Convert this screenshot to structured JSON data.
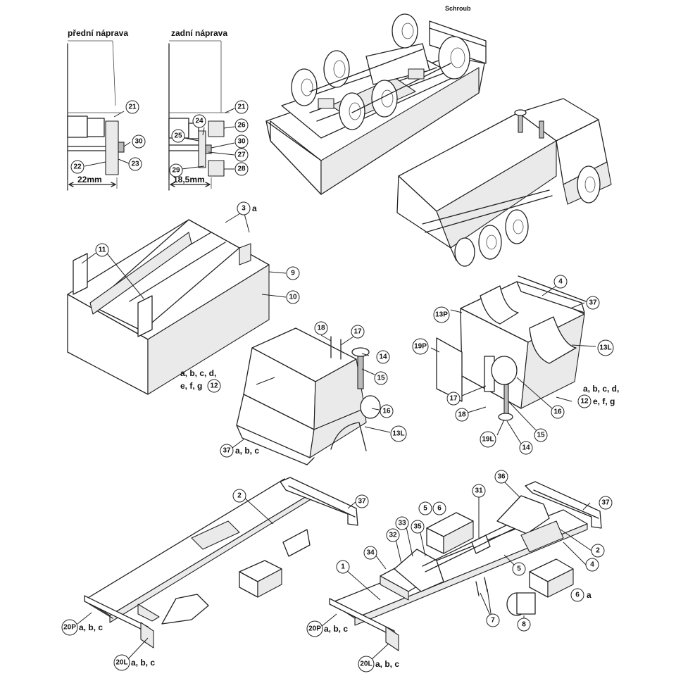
{
  "top_label": "Schroub",
  "front_axle": {
    "title": "přední náprava",
    "dimension": "22mm",
    "parts": [
      "21",
      "30",
      "22",
      "23"
    ]
  },
  "rear_axle": {
    "title": "zadní náprava",
    "dimension": "18,5mm",
    "parts": [
      "21",
      "24",
      "26",
      "25",
      "30",
      "27",
      "29",
      "28"
    ]
  },
  "box_body": {
    "parts": [
      "3",
      "11",
      "9",
      "10"
    ],
    "suffix_3": "a"
  },
  "cab": {
    "parts": [
      "18",
      "17",
      "14",
      "15",
      "12",
      "16",
      "13L",
      "37"
    ],
    "label_12_line1": "a, b, c, d,",
    "label_12_line2": "e, f, g",
    "label_37": "a, b, c"
  },
  "cab_rear": {
    "parts": [
      "4",
      "37",
      "13P",
      "19P",
      "13L",
      "17",
      "18",
      "16",
      "12",
      "15",
      "19L",
      "14"
    ],
    "label_12_line1": "a, b, c, d,",
    "label_12_line2": "e, f, g"
  },
  "chassis_left": {
    "parts": [
      "2",
      "37",
      "20P",
      "20L"
    ],
    "label_20P": "a, b, c",
    "label_20L": "a, b, c"
  },
  "chassis_right": {
    "parts": [
      "36",
      "37",
      "31",
      "5",
      "6",
      "33",
      "35",
      "32",
      "34",
      "2",
      "4",
      "5",
      "1",
      "7",
      "6",
      "8",
      "20P",
      "20L"
    ],
    "label_6": "a",
    "label_20P": "a, b, c",
    "label_20L": "a, b, c"
  }
}
